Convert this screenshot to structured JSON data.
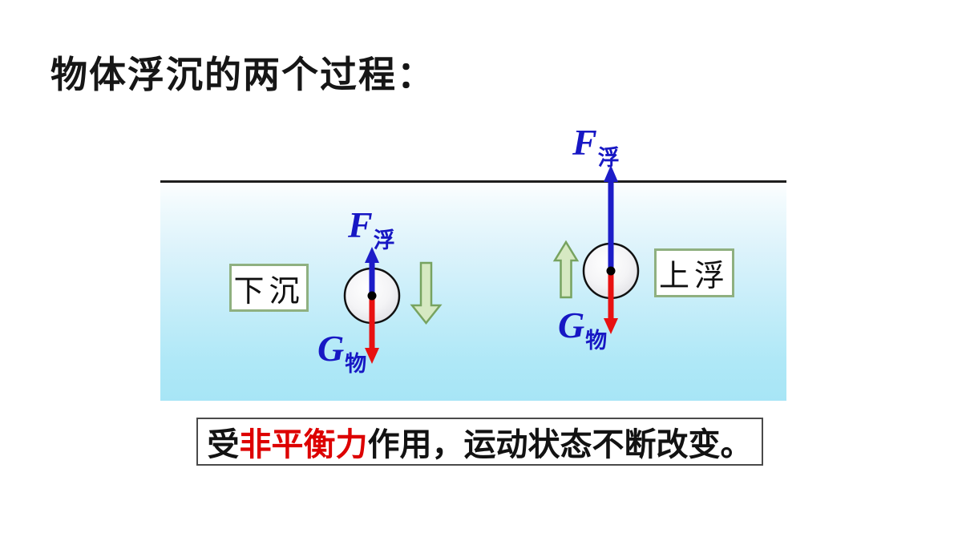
{
  "slide": {
    "title": "物体浮沉的两个过程：",
    "left_scene": {
      "label": "下沉",
      "buoyancy_label": {
        "main": "F",
        "sub": "浮"
      },
      "gravity_label": {
        "main": "G",
        "sub": "物"
      },
      "motion_direction": "down"
    },
    "right_scene": {
      "label": "上浮",
      "buoyancy_label": {
        "main": "F",
        "sub": "浮"
      },
      "gravity_label": {
        "main": "G",
        "sub": "物"
      },
      "motion_direction": "up"
    },
    "conclusion": {
      "prefix": "受",
      "highlight": "非平衡力",
      "suffix": "作用，运动状态不断改变。"
    },
    "colors": {
      "force_label_blue": "#1717c4",
      "buoyancy_arrow_blue": "#1c1cc8",
      "gravity_arrow_red": "#e81111",
      "highlight_red": "#dd0000",
      "motion_arrow_fill": "#d6e9c2",
      "motion_arrow_border": "#77a360",
      "scene_box_border_green": "#8fb080",
      "water_surface_line": "#1d1d1d",
      "water_top": "#fdfeff",
      "water_bottom": "#a7e5f6"
    }
  }
}
